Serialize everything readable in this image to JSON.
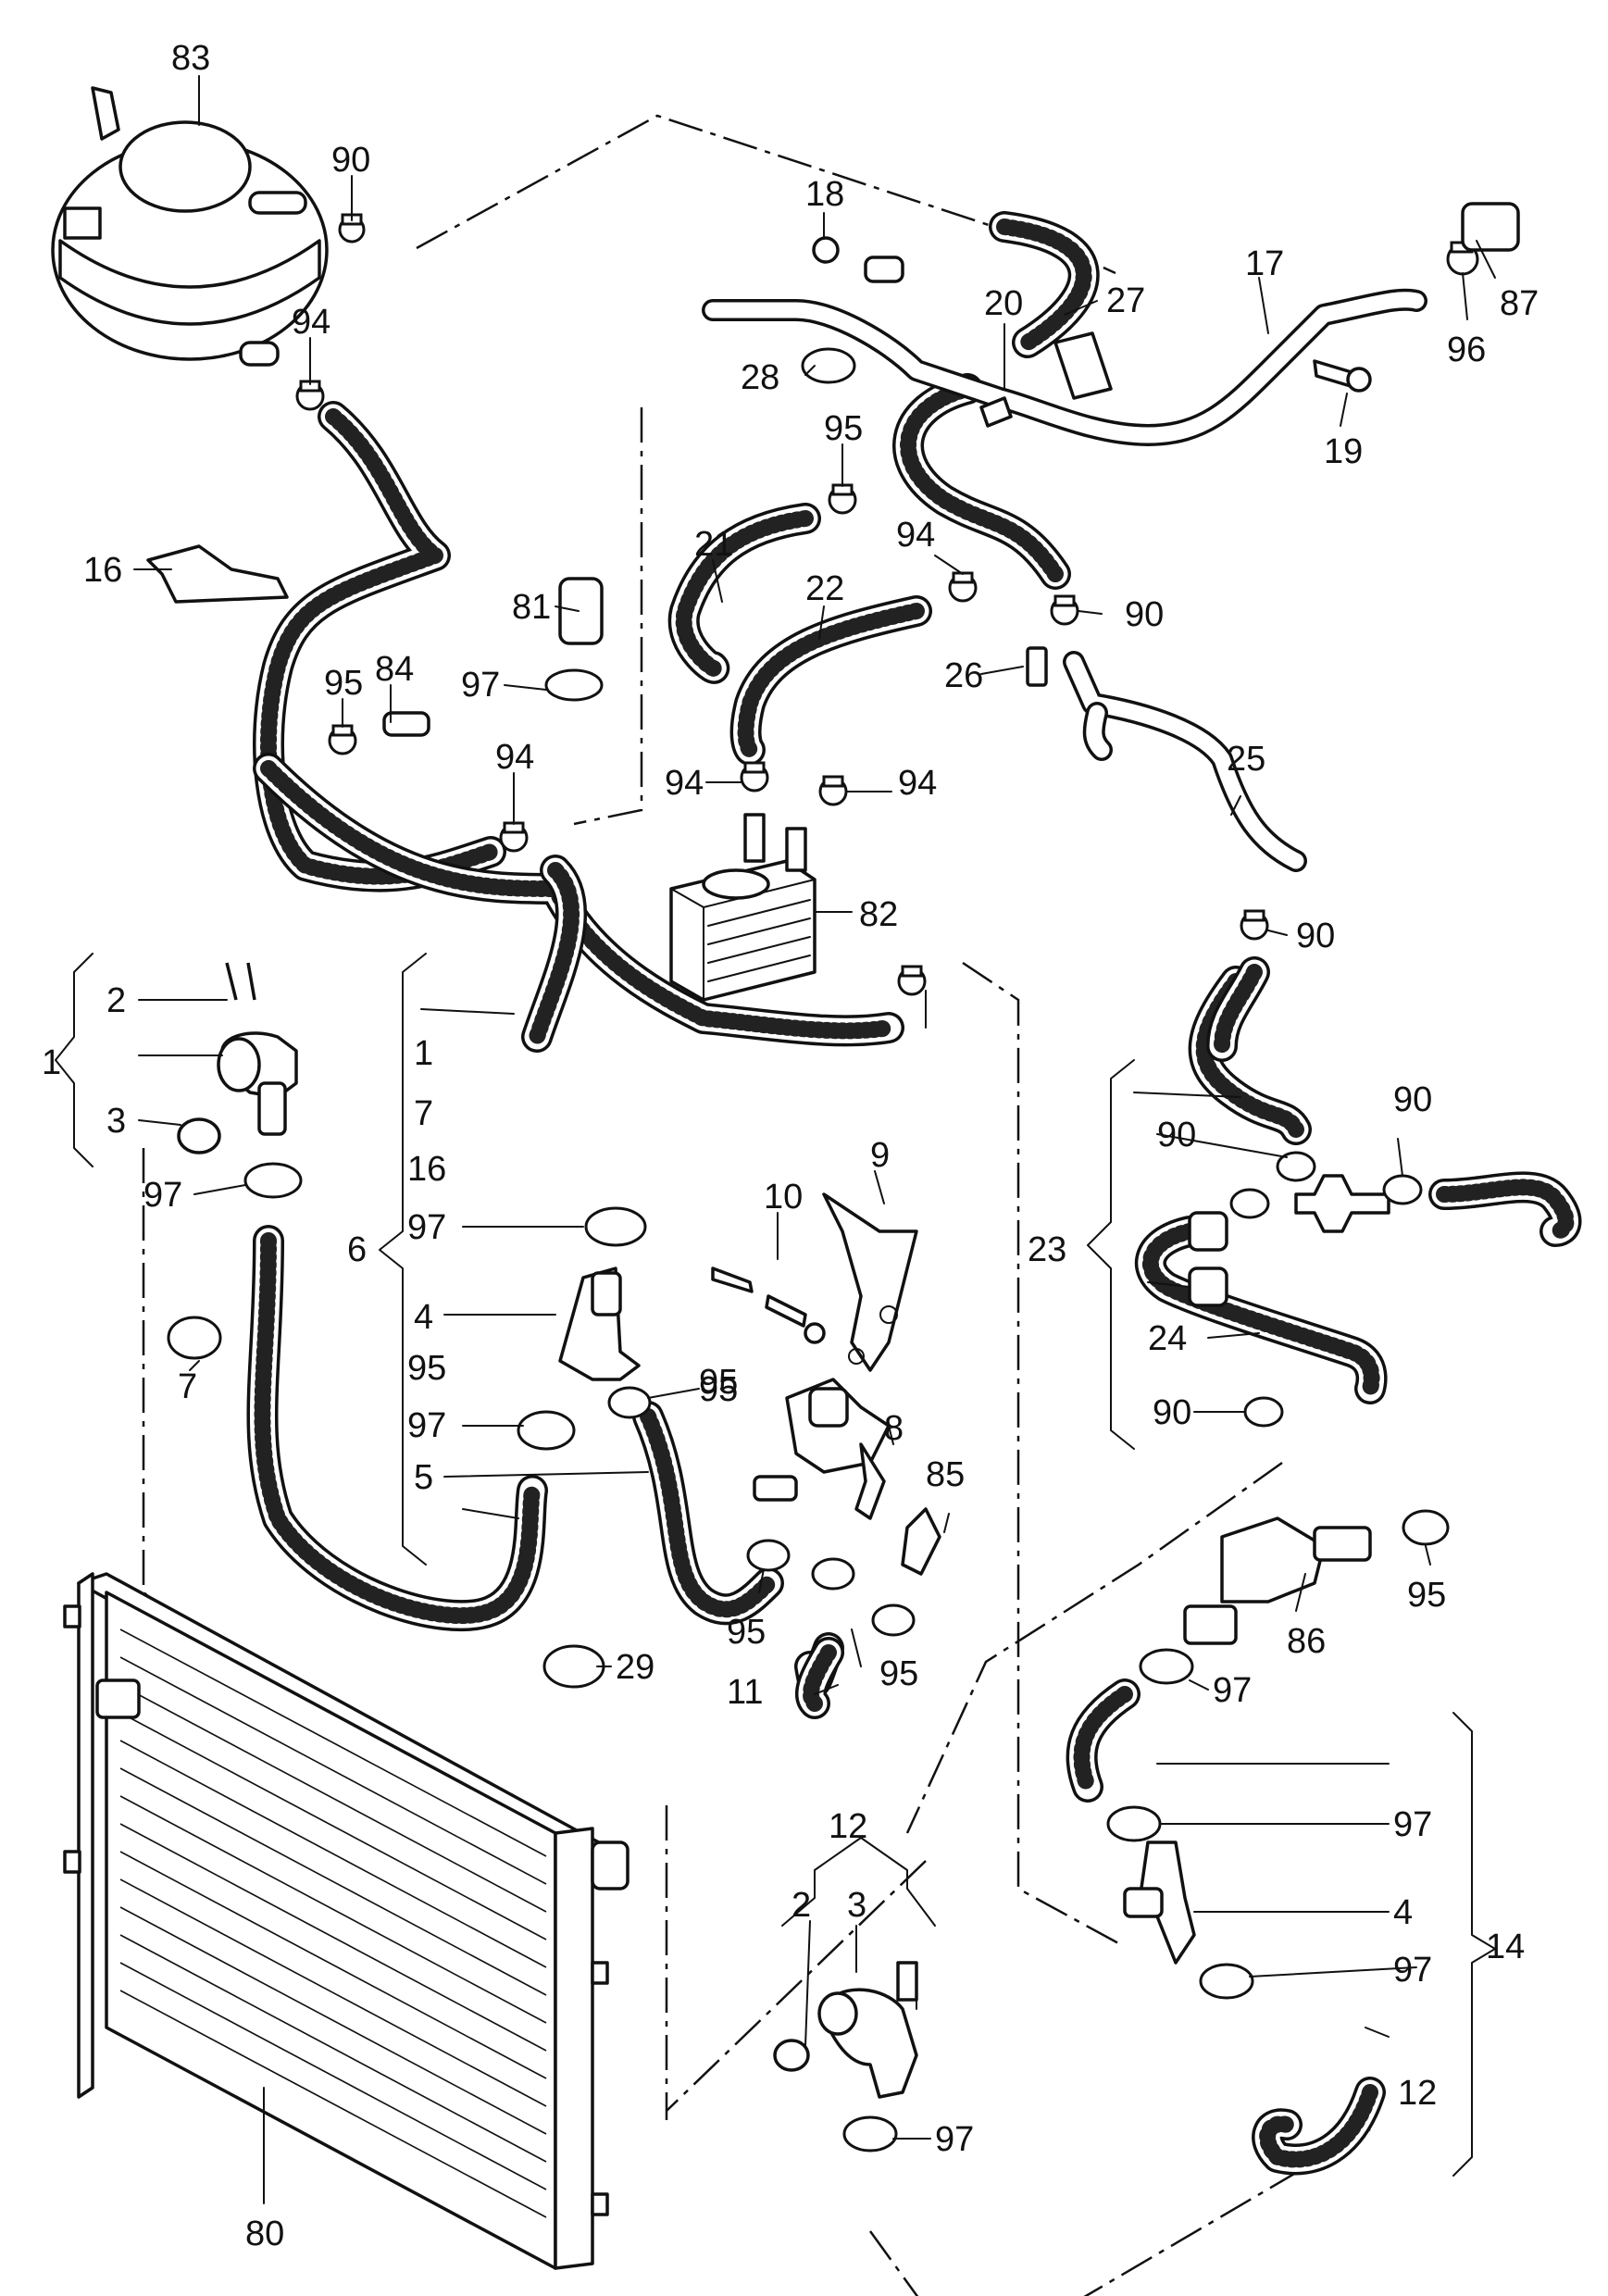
{
  "labels": [
    {
      "id": "p83",
      "text": "83"
    },
    {
      "id": "p90a",
      "text": "90"
    },
    {
      "id": "p18",
      "text": "18"
    },
    {
      "id": "p27",
      "text": "27"
    },
    {
      "id": "p20",
      "text": "20"
    },
    {
      "id": "p17",
      "text": "17"
    },
    {
      "id": "p87",
      "text": "87"
    },
    {
      "id": "p96",
      "text": "96"
    },
    {
      "id": "p19",
      "text": "19"
    },
    {
      "id": "p94a",
      "text": "94"
    },
    {
      "id": "p28",
      "text": "28"
    },
    {
      "id": "p95a",
      "text": "95"
    },
    {
      "id": "p21",
      "text": "21"
    },
    {
      "id": "p22",
      "text": "22"
    },
    {
      "id": "p94b",
      "text": "94"
    },
    {
      "id": "p90b",
      "text": "90"
    },
    {
      "id": "p16a",
      "text": "16"
    },
    {
      "id": "p81",
      "text": "81"
    },
    {
      "id": "p84",
      "text": "84"
    },
    {
      "id": "p95b",
      "text": "95"
    },
    {
      "id": "p97a",
      "text": "97"
    },
    {
      "id": "p26",
      "text": "26"
    },
    {
      "id": "p94c",
      "text": "94"
    },
    {
      "id": "p94d",
      "text": "94"
    },
    {
      "id": "p94e",
      "text": "94"
    },
    {
      "id": "p25",
      "text": "25"
    },
    {
      "id": "p82",
      "text": "82"
    },
    {
      "id": "p90c",
      "text": "90"
    },
    {
      "id": "p2a",
      "text": "2"
    },
    {
      "id": "p1a",
      "text": "1"
    },
    {
      "id": "p3a",
      "text": "3"
    },
    {
      "id": "p97b",
      "text": "97"
    },
    {
      "id": "p7a",
      "text": "7"
    },
    {
      "id": "p1b",
      "text": "1"
    },
    {
      "id": "p7b",
      "text": "7"
    },
    {
      "id": "p16b",
      "text": "16"
    },
    {
      "id": "p6",
      "text": "6"
    },
    {
      "id": "p97c",
      "text": "97"
    },
    {
      "id": "p4a",
      "text": "4"
    },
    {
      "id": "p95c",
      "text": "95"
    },
    {
      "id": "p97d",
      "text": "97"
    },
    {
      "id": "p5",
      "text": "5"
    },
    {
      "id": "p95d",
      "text": "95"
    },
    {
      "id": "p9",
      "text": "9"
    },
    {
      "id": "p10",
      "text": "10"
    },
    {
      "id": "p95e",
      "text": "95"
    },
    {
      "id": "p8",
      "text": "8"
    },
    {
      "id": "p85",
      "text": "85"
    },
    {
      "id": "p29",
      "text": "29"
    },
    {
      "id": "p95f",
      "text": "95"
    },
    {
      "id": "p11",
      "text": "11"
    },
    {
      "id": "p95g",
      "text": "95"
    },
    {
      "id": "p90d",
      "text": "90"
    },
    {
      "id": "p90e",
      "text": "90"
    },
    {
      "id": "p23",
      "text": "23"
    },
    {
      "id": "p24",
      "text": "24"
    },
    {
      "id": "p90f",
      "text": "90"
    },
    {
      "id": "p95h",
      "text": "95"
    },
    {
      "id": "p86",
      "text": "86"
    },
    {
      "id": "p97e",
      "text": "97"
    },
    {
      "id": "p12a",
      "text": "12"
    },
    {
      "id": "p2b",
      "text": "2"
    },
    {
      "id": "p3b",
      "text": "3"
    },
    {
      "id": "p97f",
      "text": "97"
    },
    {
      "id": "p4b",
      "text": "4"
    },
    {
      "id": "p97g",
      "text": "97"
    },
    {
      "id": "p14",
      "text": "14"
    },
    {
      "id": "p12b",
      "text": "12"
    },
    {
      "id": "p97h",
      "text": "97"
    },
    {
      "id": "p80",
      "text": "80"
    }
  ]
}
